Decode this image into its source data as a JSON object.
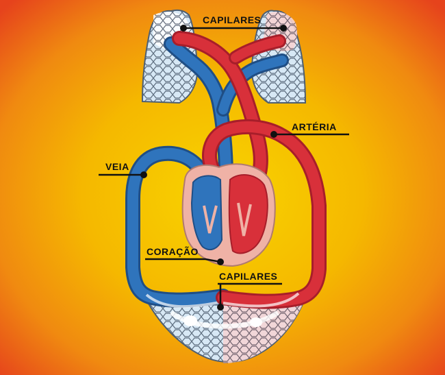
{
  "labels": {
    "capilares_top": "CAPILARES",
    "arteria": "ARTÉRIA",
    "veia": "VEIA",
    "coracao": "CORAÇÃO",
    "capilares_bottom": "CAPILARES"
  },
  "colors": {
    "background_center": "#F7D000",
    "background_edge": "#E6431C",
    "artery_red": "#D62A35",
    "artery_dark": "#A71E2A",
    "vein_blue": "#2B6CB0",
    "vein_dark": "#1F4E85",
    "heart_pink": "#EFB2A6",
    "capillary_tissue_blue": "#CFE3F2",
    "capillary_tissue_pink": "#F2C6C6",
    "capillary_lines": "#5F6F80"
  }
}
